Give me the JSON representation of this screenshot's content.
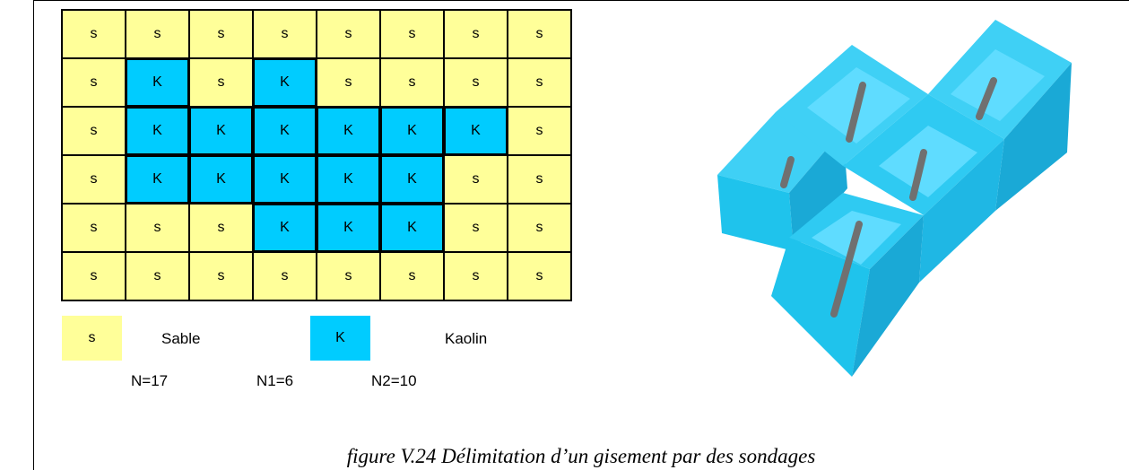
{
  "grid": {
    "rows": [
      [
        "s",
        "s",
        "s",
        "s",
        "s",
        "s",
        "s",
        "s"
      ],
      [
        "s",
        "K",
        "s",
        "K",
        "s",
        "s",
        "s",
        "s"
      ],
      [
        "s",
        "K",
        "K",
        "K",
        "K",
        "K",
        "K",
        "s"
      ],
      [
        "s",
        "K",
        "K",
        "K",
        "K",
        "K",
        "s",
        "s"
      ],
      [
        "s",
        "s",
        "s",
        "K",
        "K",
        "K",
        "s",
        "s"
      ],
      [
        "s",
        "s",
        "s",
        "s",
        "s",
        "s",
        "s",
        "s"
      ]
    ]
  },
  "legend": {
    "sand_symbol": "s",
    "sand_label": "Sable",
    "kaolin_symbol": "K",
    "kaolin_label": "Kaolin"
  },
  "counts": {
    "n": "N=17",
    "n1": "N1=6",
    "n2": "N2=10"
  },
  "caption": "figure V.24  Délimitation d’un gisement par des sondages",
  "colors": {
    "sand": "#ffff99",
    "kaolin": "#00ccff",
    "block_face": "#1fc3ec",
    "block_light": "#5fdcff",
    "block_dark": "#1aa9d6",
    "drill": "#707070"
  }
}
